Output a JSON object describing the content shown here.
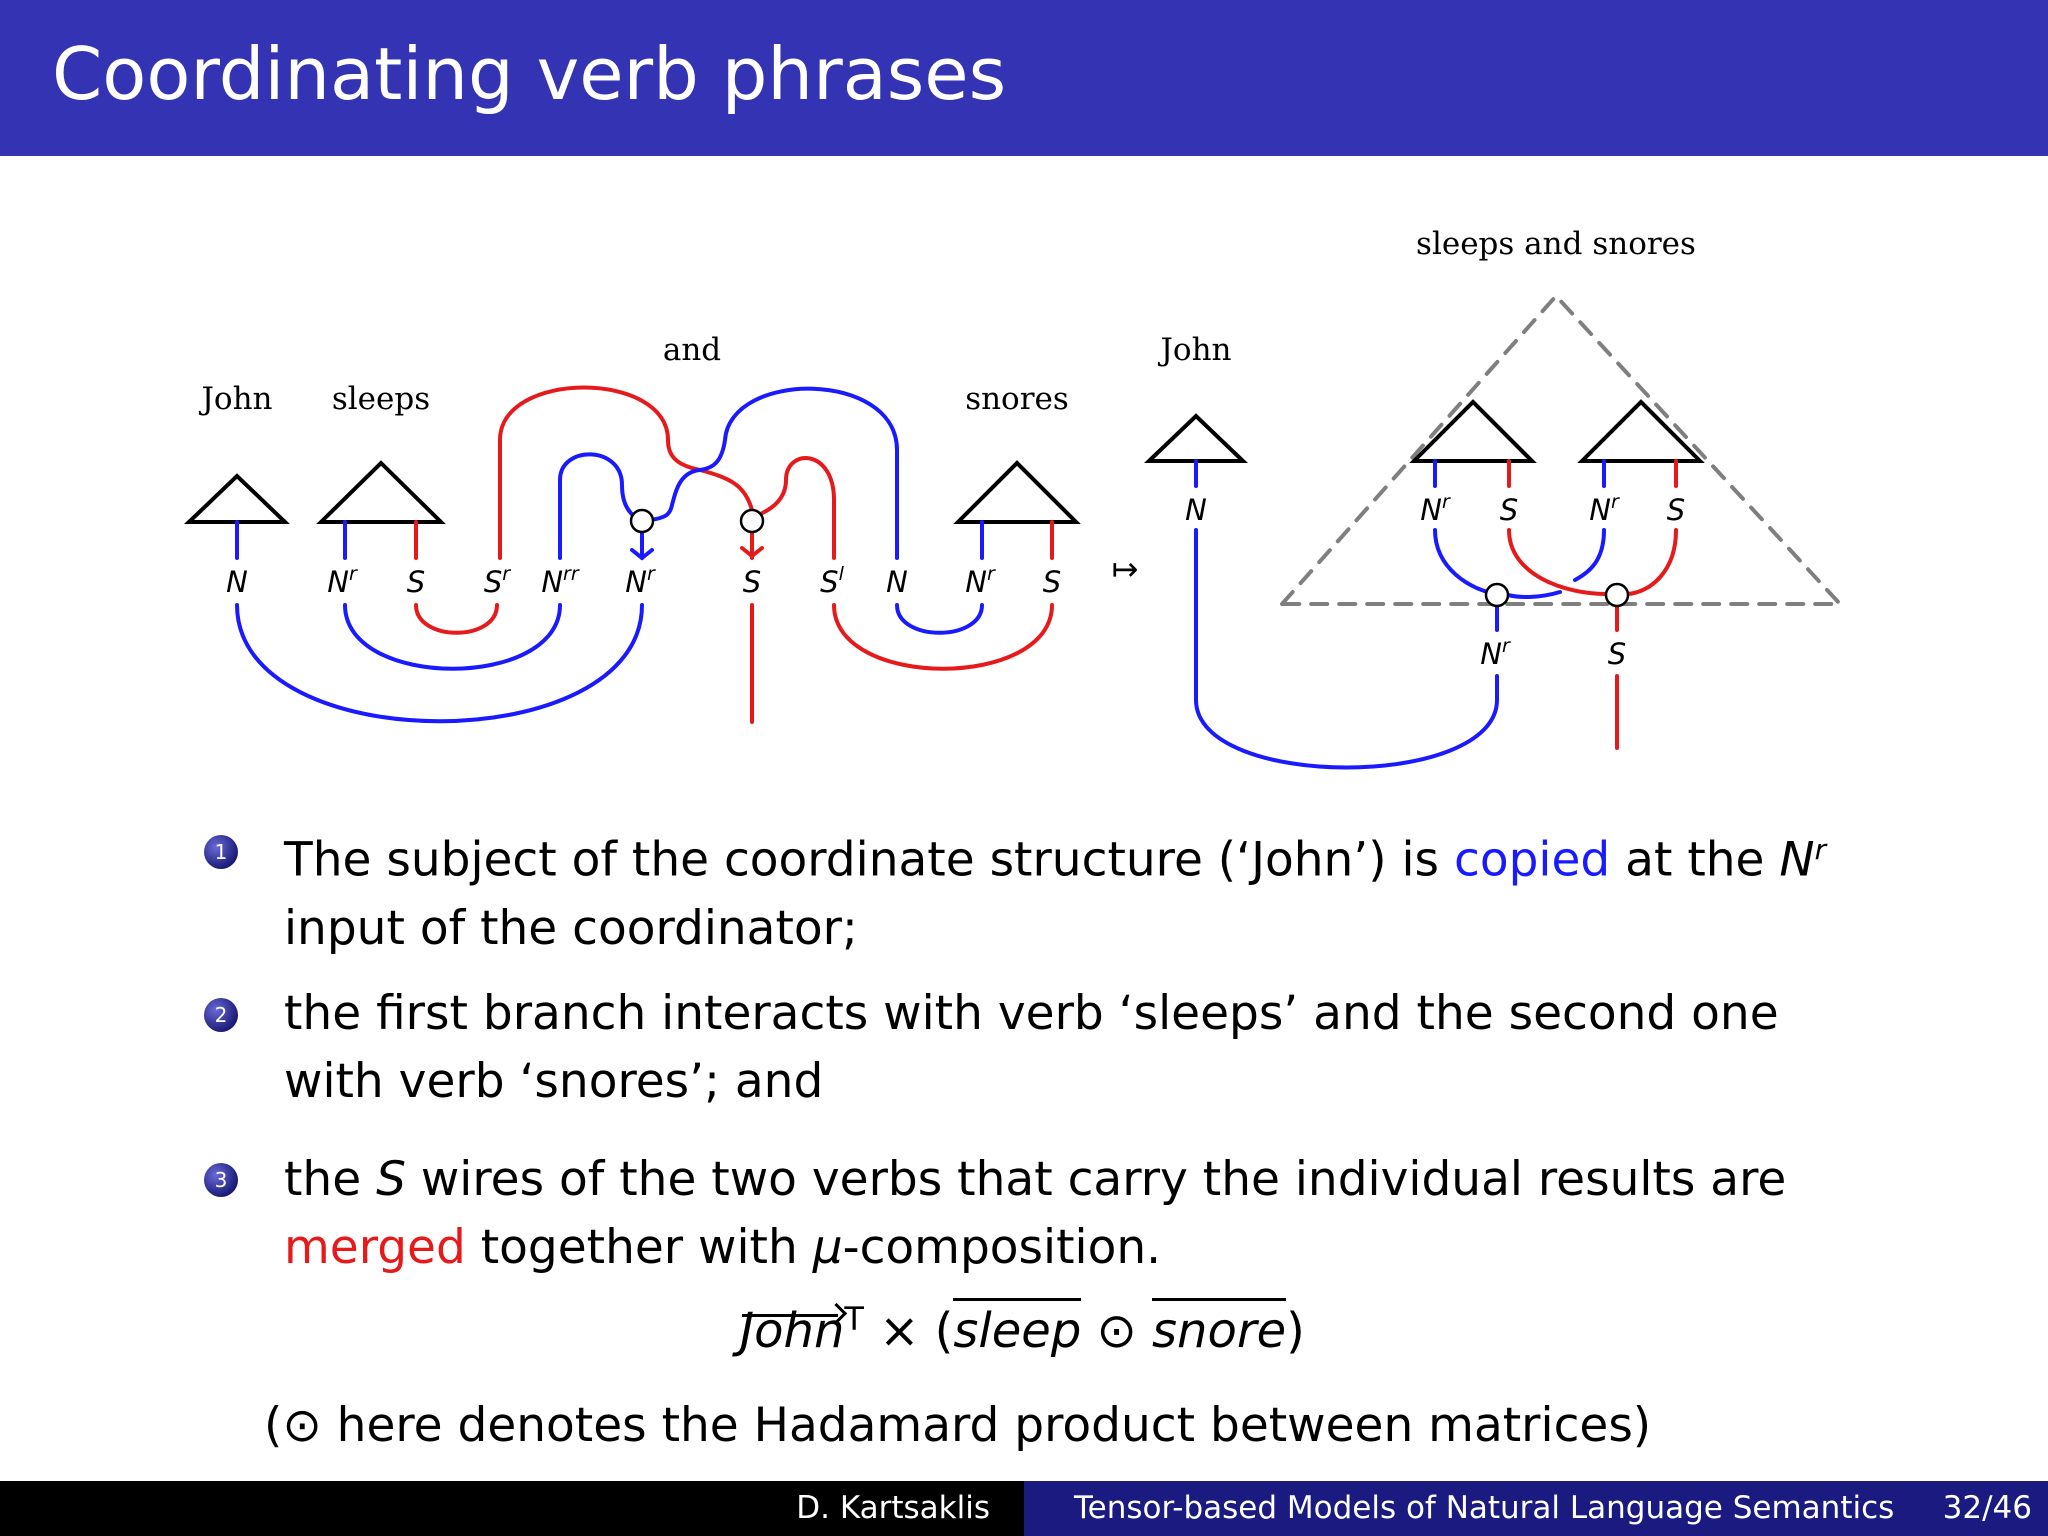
{
  "slide": {
    "title": "Coordinating verb phrases"
  },
  "diagram": {
    "left": {
      "words": {
        "john": "John",
        "sleeps": "sleeps",
        "and": "and",
        "snores": "snores"
      },
      "types": {
        "n": "N",
        "s": "S",
        "r": "r",
        "rr": "rr",
        "l": "l"
      }
    },
    "maps_to": "↦",
    "right": {
      "words": {
        "john": "John",
        "group": "sleeps and snores"
      },
      "types": {
        "n": "N",
        "s": "S",
        "r": "r"
      }
    },
    "colors": {
      "noun_wire": "#1a1aff",
      "sentence_wire": "#e61a1a",
      "dashed_triangle": "#7f7f7f"
    }
  },
  "items": [
    {
      "number": "1",
      "t1": "The subject of the coordinate structure (‘John’) is ",
      "highlight": "copied",
      "t2": " at the ",
      "math": "N",
      "sup": "r",
      "t3": "input of the coordinator;"
    },
    {
      "number": "2",
      "text": "the first branch interacts with verb ‘sleeps’ and the second one with verb ‘snores’; and"
    },
    {
      "number": "3",
      "t1": "the ",
      "math": "S",
      "t2": " wires of the two verbs that carry the individual results are",
      "highlight": "merged",
      "t3": " together with ",
      "mu": "μ",
      "t4": "-composition."
    }
  ],
  "formula": {
    "john": "John",
    "transpose": "T",
    "times": "×",
    "sleep": "sleep",
    "odot": "⊙",
    "snore": "snore"
  },
  "footnote": "(⊙ here denotes the Hadamard product between matrices)",
  "footer": {
    "author": "D. Kartsaklis",
    "title": "Tensor-based Models of Natural Language Semantics",
    "page": "32/46"
  }
}
